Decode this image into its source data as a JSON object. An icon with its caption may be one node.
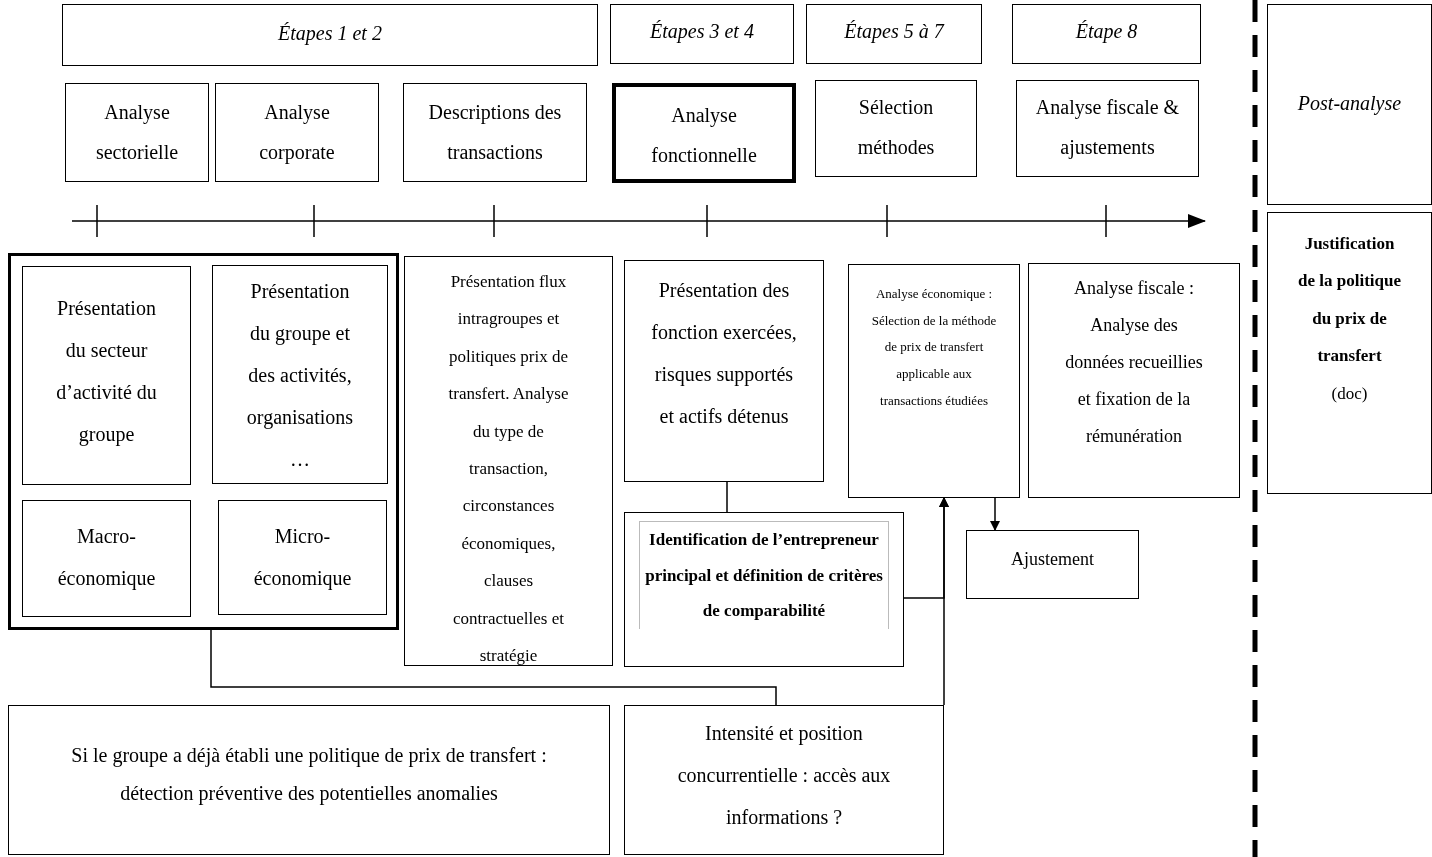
{
  "diagram": {
    "nodes": [
      {
        "text": [
          "Étapes 1 et 2"
        ]
      },
      {
        "text": [
          "Étapes 3 et 4"
        ]
      },
      {
        "text": [
          "Étapes 5 à 7"
        ]
      },
      {
        "text": [
          "Étape 8"
        ]
      },
      {
        "text": [
          "Post-analyse"
        ]
      },
      {
        "text": [
          "Analyse sectorielle"
        ]
      },
      {
        "text": [
          "Analyse corporate"
        ]
      },
      {
        "text": [
          "Descriptions des transactions"
        ]
      },
      {
        "text": [
          "Analyse fonctionnelle"
        ]
      },
      {
        "text": [
          "Sélection méthodes"
        ]
      },
      {
        "text": [
          "Analyse fiscale & ajustements"
        ]
      },
      {
        "text": [
          "Justification de la politique du prix de transfert",
          "(doc)"
        ]
      },
      {
        "text": [],
        "shape": "box"
      },
      {
        "text": [
          "Présentation du secteur d’activité du groupe"
        ],
        "in": 12
      },
      {
        "text": [
          "Présentation du groupe et des activités, organisations …"
        ],
        "in": 12
      },
      {
        "text": [
          "Macro-économique"
        ],
        "in": 12
      },
      {
        "text": [
          "Micro-économique"
        ],
        "in": 12
      },
      {
        "text": [
          "Présentation flux intragroupes et politiques prix de transfert. Analyse du type de transaction, circonstances économiques, clauses contractuelles et stratégie"
        ]
      },
      {
        "text": [
          "Présentation des fonction exercées, risques supportés et actifs détenus"
        ]
      },
      {
        "text": [
          "Analyse économique : Sélection de la méthode de prix de transfert applicable aux transactions étudiées"
        ]
      },
      {
        "text": [
          "Analyse fiscale : Analyse des données recueillies et fixation de la rémunération"
        ]
      },
      {
        "text": [
          "Identification de l’entrepreneur principal et définition de critères de comparabilité"
        ]
      },
      {
        "text": [
          "Ajustement"
        ]
      },
      {
        "text": [
          "Si le groupe a déjà établi une politique de prix de transfert : détection préventive des potentielles anomalies"
        ]
      },
      {
        "text": [
          "Intensité et position concurrentielle : accès aux informations ?"
        ]
      }
    ],
    "edges": [
      {
        "from": 12,
        "to": 24,
        "arrow": "none"
      },
      {
        "from": 18,
        "to": 21,
        "arrow": "none"
      },
      {
        "from": 21,
        "to": 19,
        "arrow": "to"
      },
      {
        "from": 24,
        "to": 19,
        "arrow": "to"
      },
      {
        "from": 19,
        "to": 22,
        "arrow": "to"
      }
    ]
  }
}
